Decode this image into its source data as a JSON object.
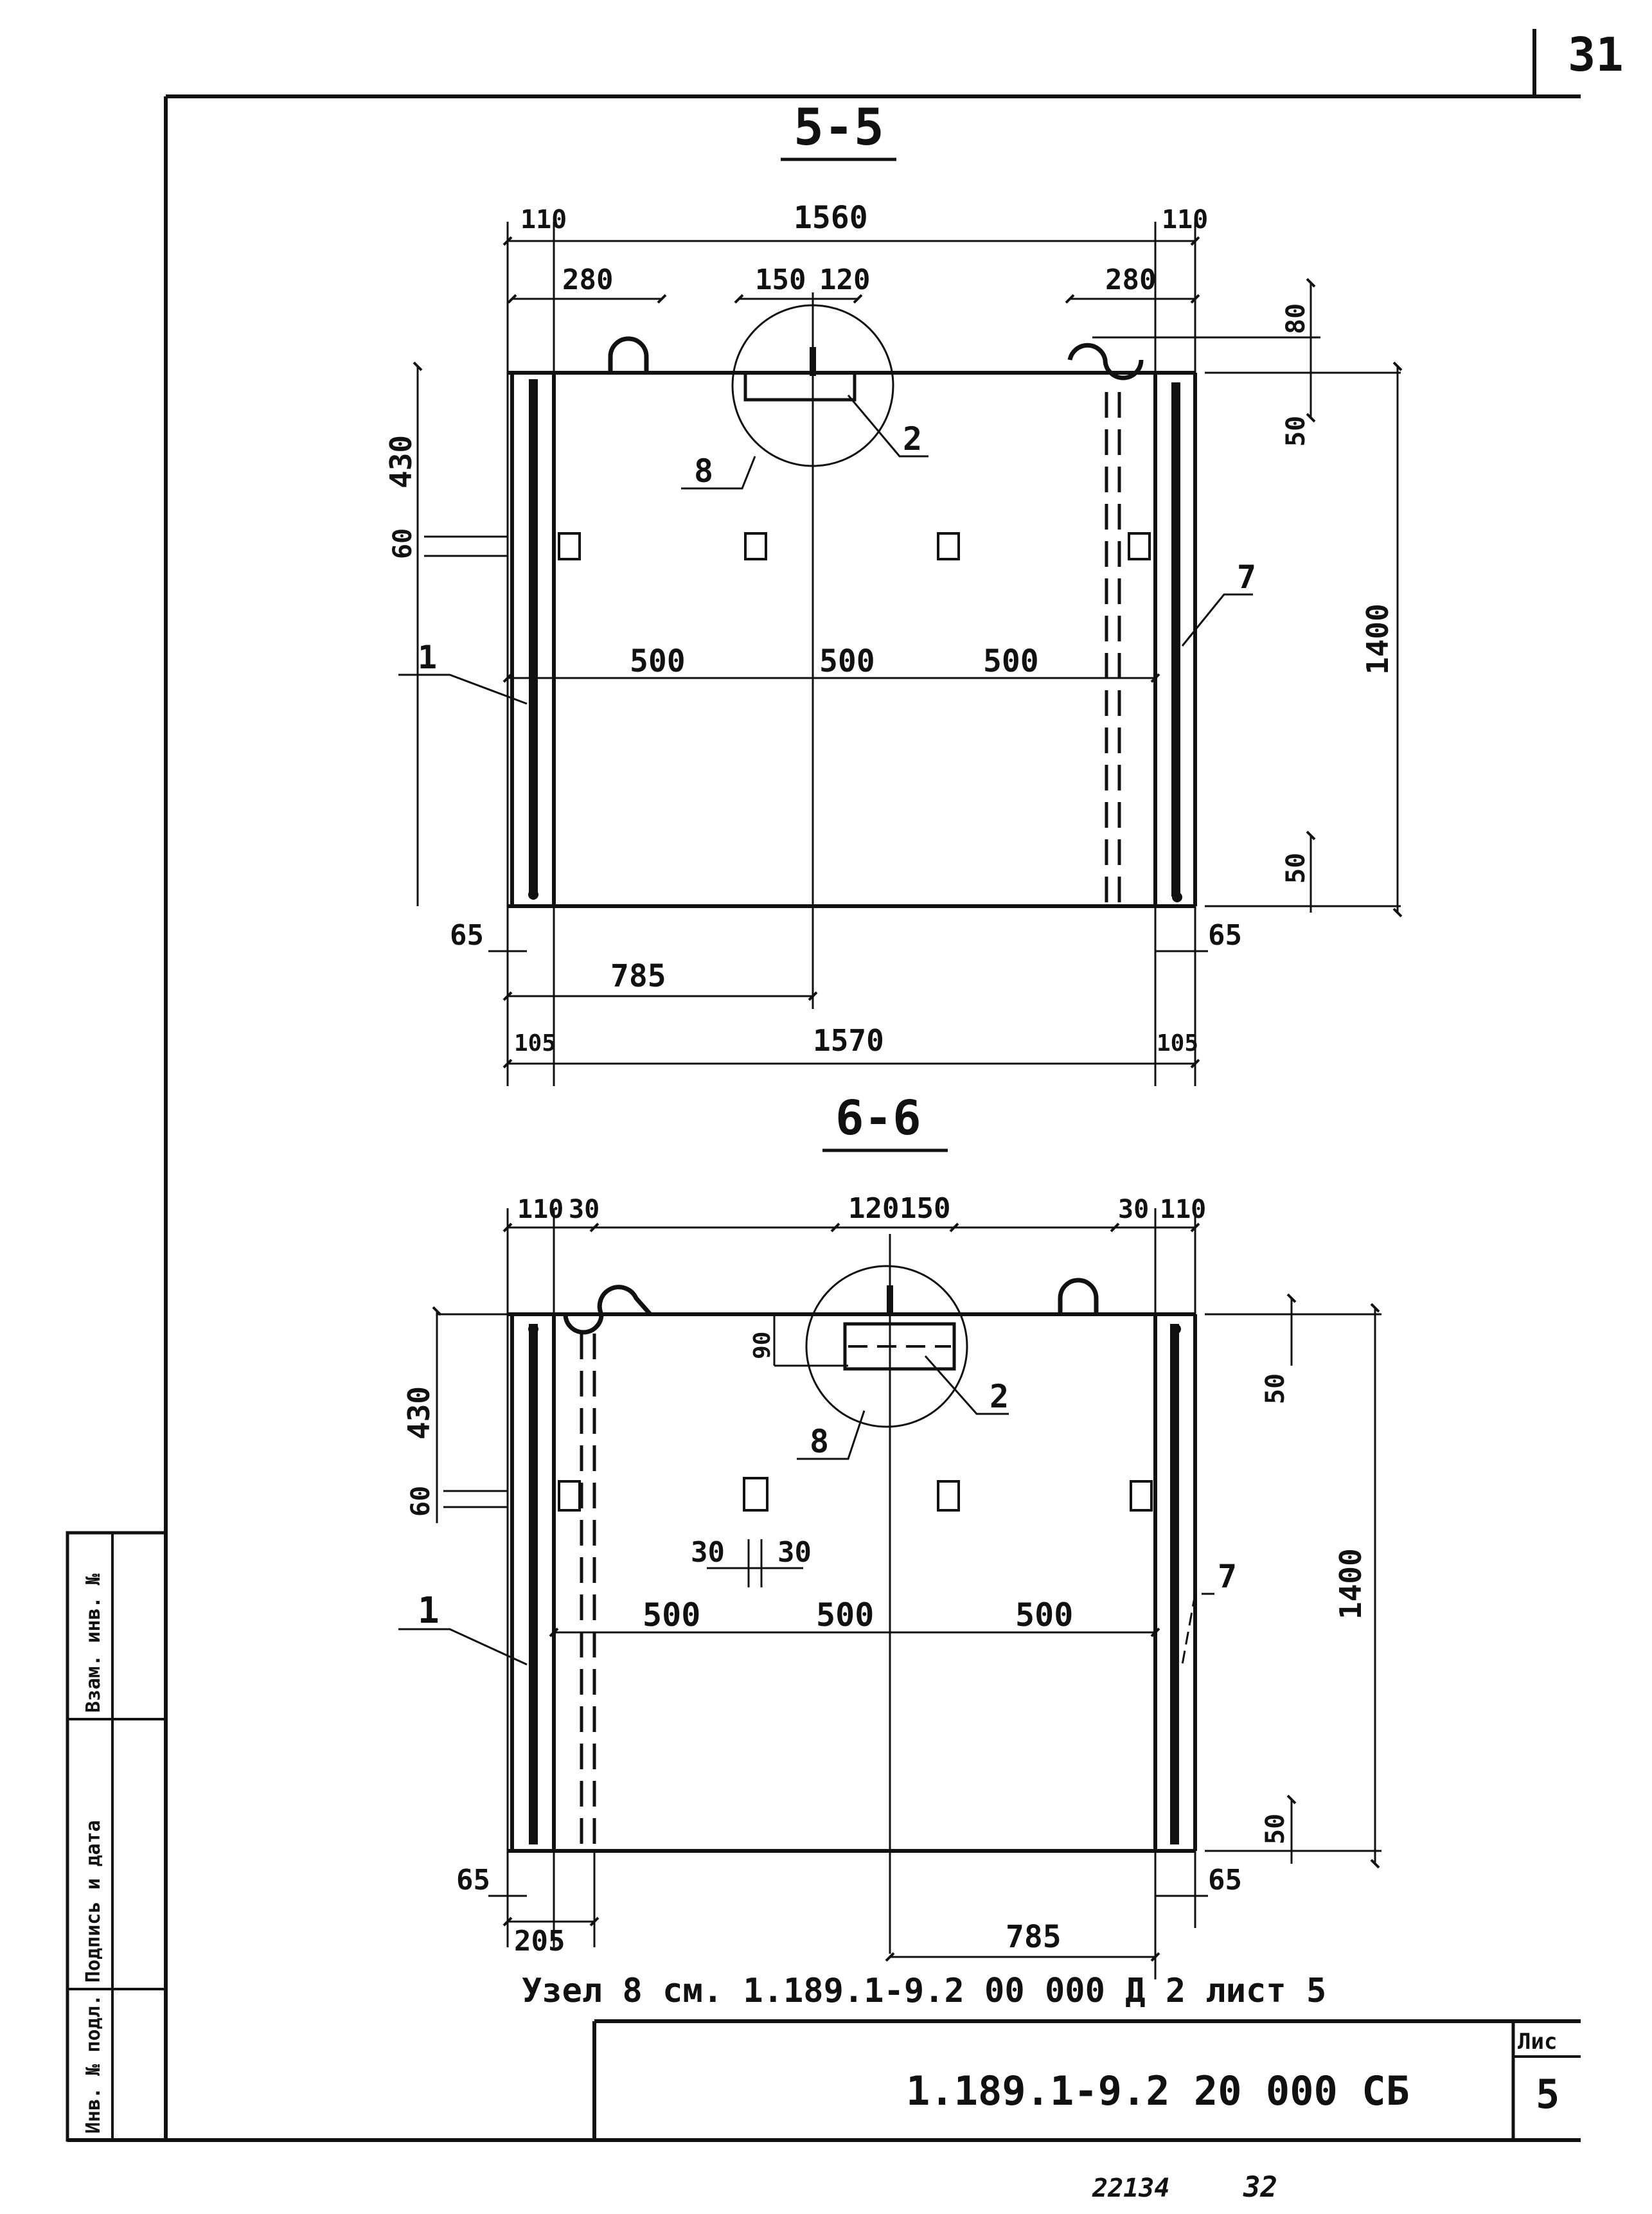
{
  "page_number": "31",
  "section_5": {
    "title": "5-5",
    "dims": {
      "top_110_left": "110",
      "top_1560": "1560",
      "top_110_right": "110",
      "d280_left": "280",
      "d150": "150",
      "d120": "120",
      "d280_right": "280",
      "d80": "80",
      "d50_top": "50",
      "d50_bottom": "50",
      "d1400": "1400",
      "d430": "430",
      "d60": "60",
      "d500_a": "500",
      "d500_b": "500",
      "d500_c": "500",
      "d65_left": "65",
      "d65_right": "65",
      "d785": "785",
      "d105_left": "105",
      "d1570": "1570",
      "d105_right": "105"
    },
    "callouts": {
      "c1": "1",
      "c2": "2",
      "c7": "7",
      "c8": "8"
    }
  },
  "section_6": {
    "title": "6-6",
    "dims": {
      "top_110_left": "110",
      "d30_left": "30",
      "d120": "120",
      "d150": "150",
      "d30_right": "30",
      "top_110_right": "110",
      "d90": "90",
      "d430": "430",
      "d60": "60",
      "d30_a": "30",
      "d30_b": "30",
      "d500_a": "500",
      "d500_b": "500",
      "d500_c": "500",
      "d50_top": "50",
      "d50_bottom": "50",
      "d1400": "1400",
      "d65_left": "65",
      "d65_right": "65",
      "d205": "205",
      "d785": "785"
    },
    "callouts": {
      "c1": "1",
      "c2": "2",
      "c7": "7",
      "c8": "8"
    }
  },
  "note": "Узел 8 см. 1.189.1-9.2 00 000 Д 2 лист 5",
  "stamp": {
    "sidebar": [
      "Инв. № подл.",
      "Подпись и дата",
      "Взам. инв. №"
    ],
    "doc_code": "1.189.1-9.2 20 000 СБ",
    "sheet_label": "Лис",
    "sheet_number": "5"
  },
  "footer_left": "22134",
  "footer_right": "32"
}
